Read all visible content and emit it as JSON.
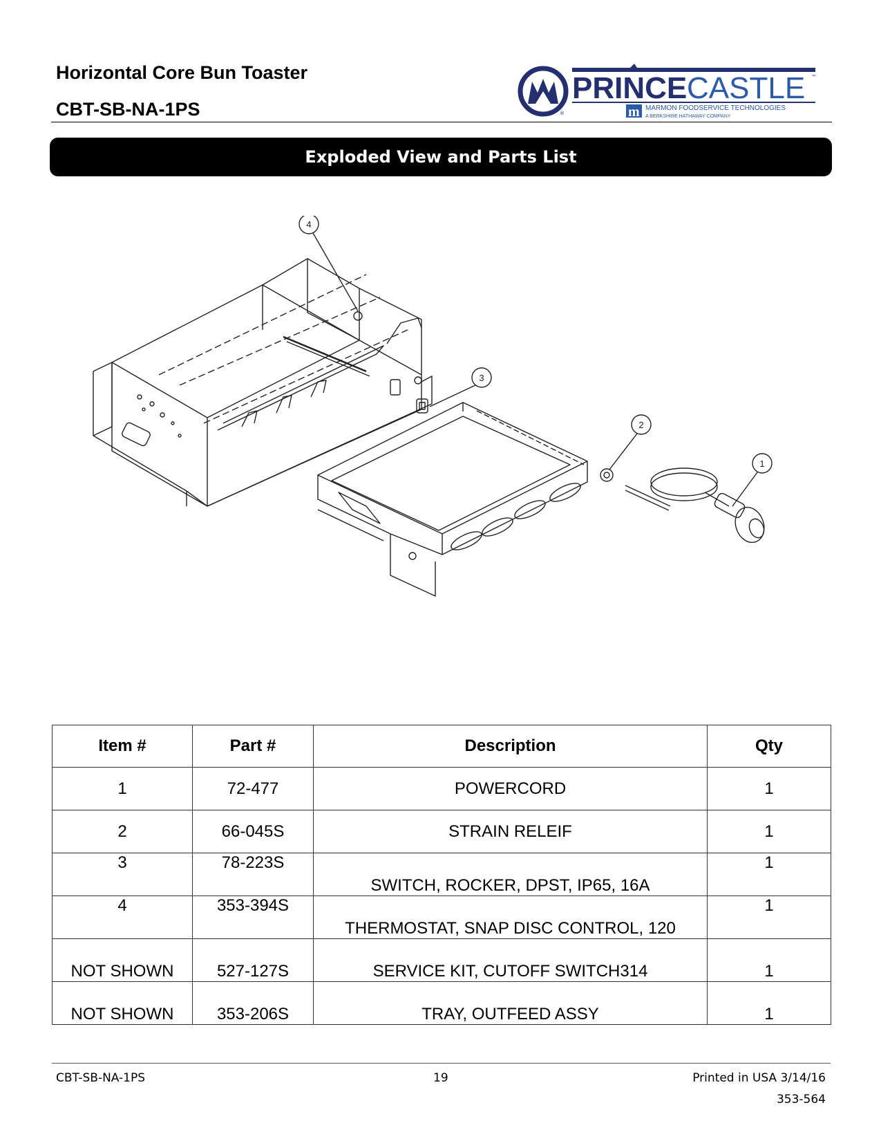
{
  "header": {
    "title": "Horizontal Core Bun Toaster",
    "model": "CBT-SB-NA-1PS"
  },
  "logo": {
    "brand_main": "PRINCE",
    "brand_second": "CASTLE",
    "tm": "™",
    "registered": "®",
    "mark_letter": "m",
    "line1": "MARMON FOODSERVICE TECHNOLOGIES",
    "line2": "A BERKSHIRE HATHAWAY COMPANY",
    "colors": {
      "navy": "#232f6e",
      "blue": "#2b5aa8",
      "gold": "#c9a227"
    }
  },
  "banner": {
    "label": "Exploded View and Parts List"
  },
  "diagram": {
    "callouts": [
      "4",
      "3",
      "2",
      "1"
    ]
  },
  "table": {
    "headers": [
      "Item #",
      "Part #",
      "Description",
      "Qty"
    ],
    "rows": [
      {
        "item": "1",
        "part": "72-477",
        "description": "POWERCORD",
        "qty": "1"
      },
      {
        "item": "2",
        "part": "66-045S",
        "description": "STRAIN RELEIF",
        "qty": "1"
      },
      {
        "item": "3",
        "part": "78-223S",
        "description": "SWITCH, ROCKER, DPST, IP65, 16A",
        "qty": "1"
      },
      {
        "item": "4",
        "part": "353-394S",
        "description": "THERMOSTAT, SNAP DISC CONTROL, 120",
        "qty": "1"
      },
      {
        "item": "NOT SHOWN",
        "part": "527-127S",
        "description": "SERVICE KIT, CUTOFF SWITCH314",
        "qty": "1"
      },
      {
        "item": "NOT SHOWN",
        "part": "353-206S",
        "description": "TRAY, OUTFEED ASSY",
        "qty": "1"
      }
    ]
  },
  "footer": {
    "model": "CBT-SB-NA-1PS",
    "page": "19",
    "printed": "Printed in USA 3/14/16",
    "doc_number": "353-564"
  }
}
